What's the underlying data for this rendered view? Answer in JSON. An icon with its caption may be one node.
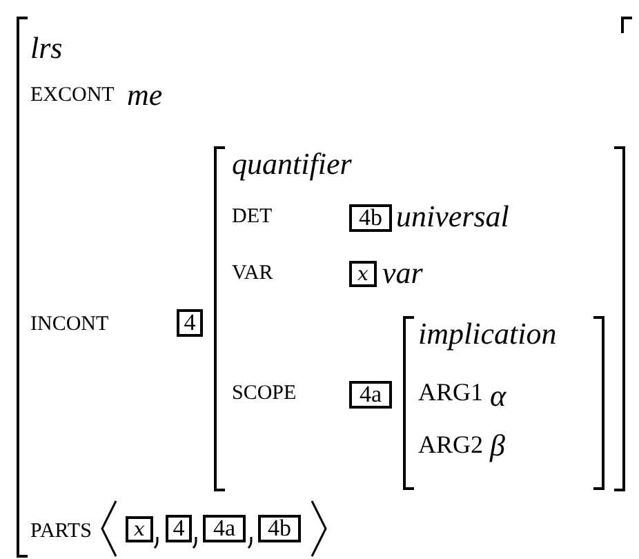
{
  "diagram": {
    "nodes": [
      {
        "text": [
          "lrs"
        ]
      },
      {
        "text": [
          "4"
        ],
        "in": 0
      },
      {
        "text": [
          "quantifier"
        ],
        "in": 0
      },
      {
        "text": [
          "4b"
        ],
        "in": 2
      },
      {
        "text": [
          "x"
        ],
        "in": 2
      },
      {
        "text": [
          "4a"
        ],
        "in": 2
      },
      {
        "text": [
          "implication"
        ],
        "in": 2
      },
      {
        "text": [
          "x"
        ],
        "in": 0
      },
      {
        "text": [
          "4"
        ],
        "in": 0
      },
      {
        "text": [
          "4a"
        ],
        "in": 0
      },
      {
        "text": [
          "4b"
        ],
        "in": 0
      }
    ],
    "labels": [
      "EXCONT",
      "me",
      "INCONT",
      "DET",
      "universal",
      "VAR",
      "var",
      "SCOPE",
      "ARG1",
      "α",
      "ARG2",
      "β",
      "PARTS"
    ]
  }
}
